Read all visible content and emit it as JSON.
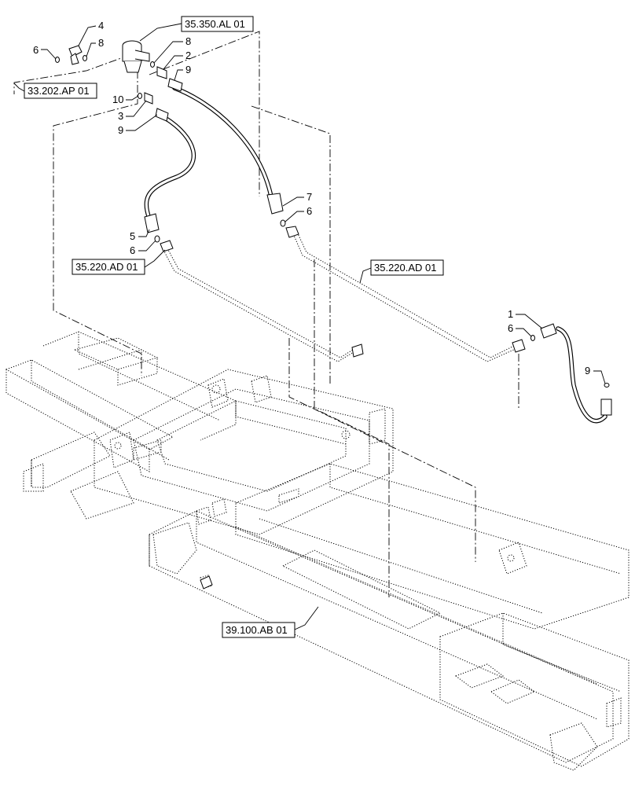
{
  "refs": [
    {
      "id": "r-35350",
      "text": "35.350.AL 01"
    },
    {
      "id": "r-33202",
      "text": "33.202.AP 01"
    },
    {
      "id": "r-35220-left",
      "text": "35.220.AD 01"
    },
    {
      "id": "r-35220-right",
      "text": "35.220.AD 01"
    },
    {
      "id": "r-39100",
      "text": "39.100.AB 01"
    }
  ],
  "callouts": {
    "c4": "4",
    "c6a": "6",
    "c8a": "8",
    "c8b": "8",
    "c2": "2",
    "c9a": "9",
    "c10": "10",
    "c3": "3",
    "c9b": "9",
    "c7": "7",
    "c6b": "6",
    "c5": "5",
    "c6c": "6",
    "c1": "1",
    "c6d": "6",
    "c9c": "9"
  }
}
